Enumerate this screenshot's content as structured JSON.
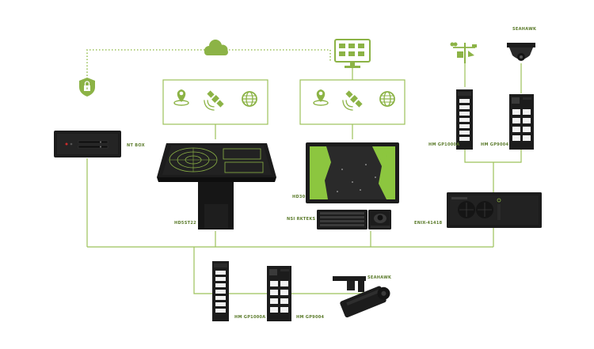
{
  "labels": {
    "nt_box": "NT BOX",
    "hd5st22": "HD5ST22",
    "hd30": "HD30",
    "nsi_rkt": "NSI RKTEKS",
    "hm_gp1000a_top": "HM GP1000A",
    "hm_gp9004_top": "HM GP9004",
    "seahawk_top": "SEAHAWK",
    "enix": "ENIX-41418",
    "hm_gp1000a_bottom": "HM GP1000A",
    "hm_gp9004_bottom": "HM GP9004",
    "seahawk_bottom": "SEAHAWK"
  },
  "colors": {
    "accent": "#8cb346",
    "line": "#9cc25a",
    "device": "#1c1c1c",
    "device_dark": "#111111",
    "screen_green": "#8cc63f"
  },
  "icons": [
    "cloud-icon",
    "lock-shield-icon",
    "monitor-icon",
    "location-pin-icon",
    "satellite-icon",
    "globe-icon",
    "weather-station-icon",
    "dome-camera-icon"
  ]
}
